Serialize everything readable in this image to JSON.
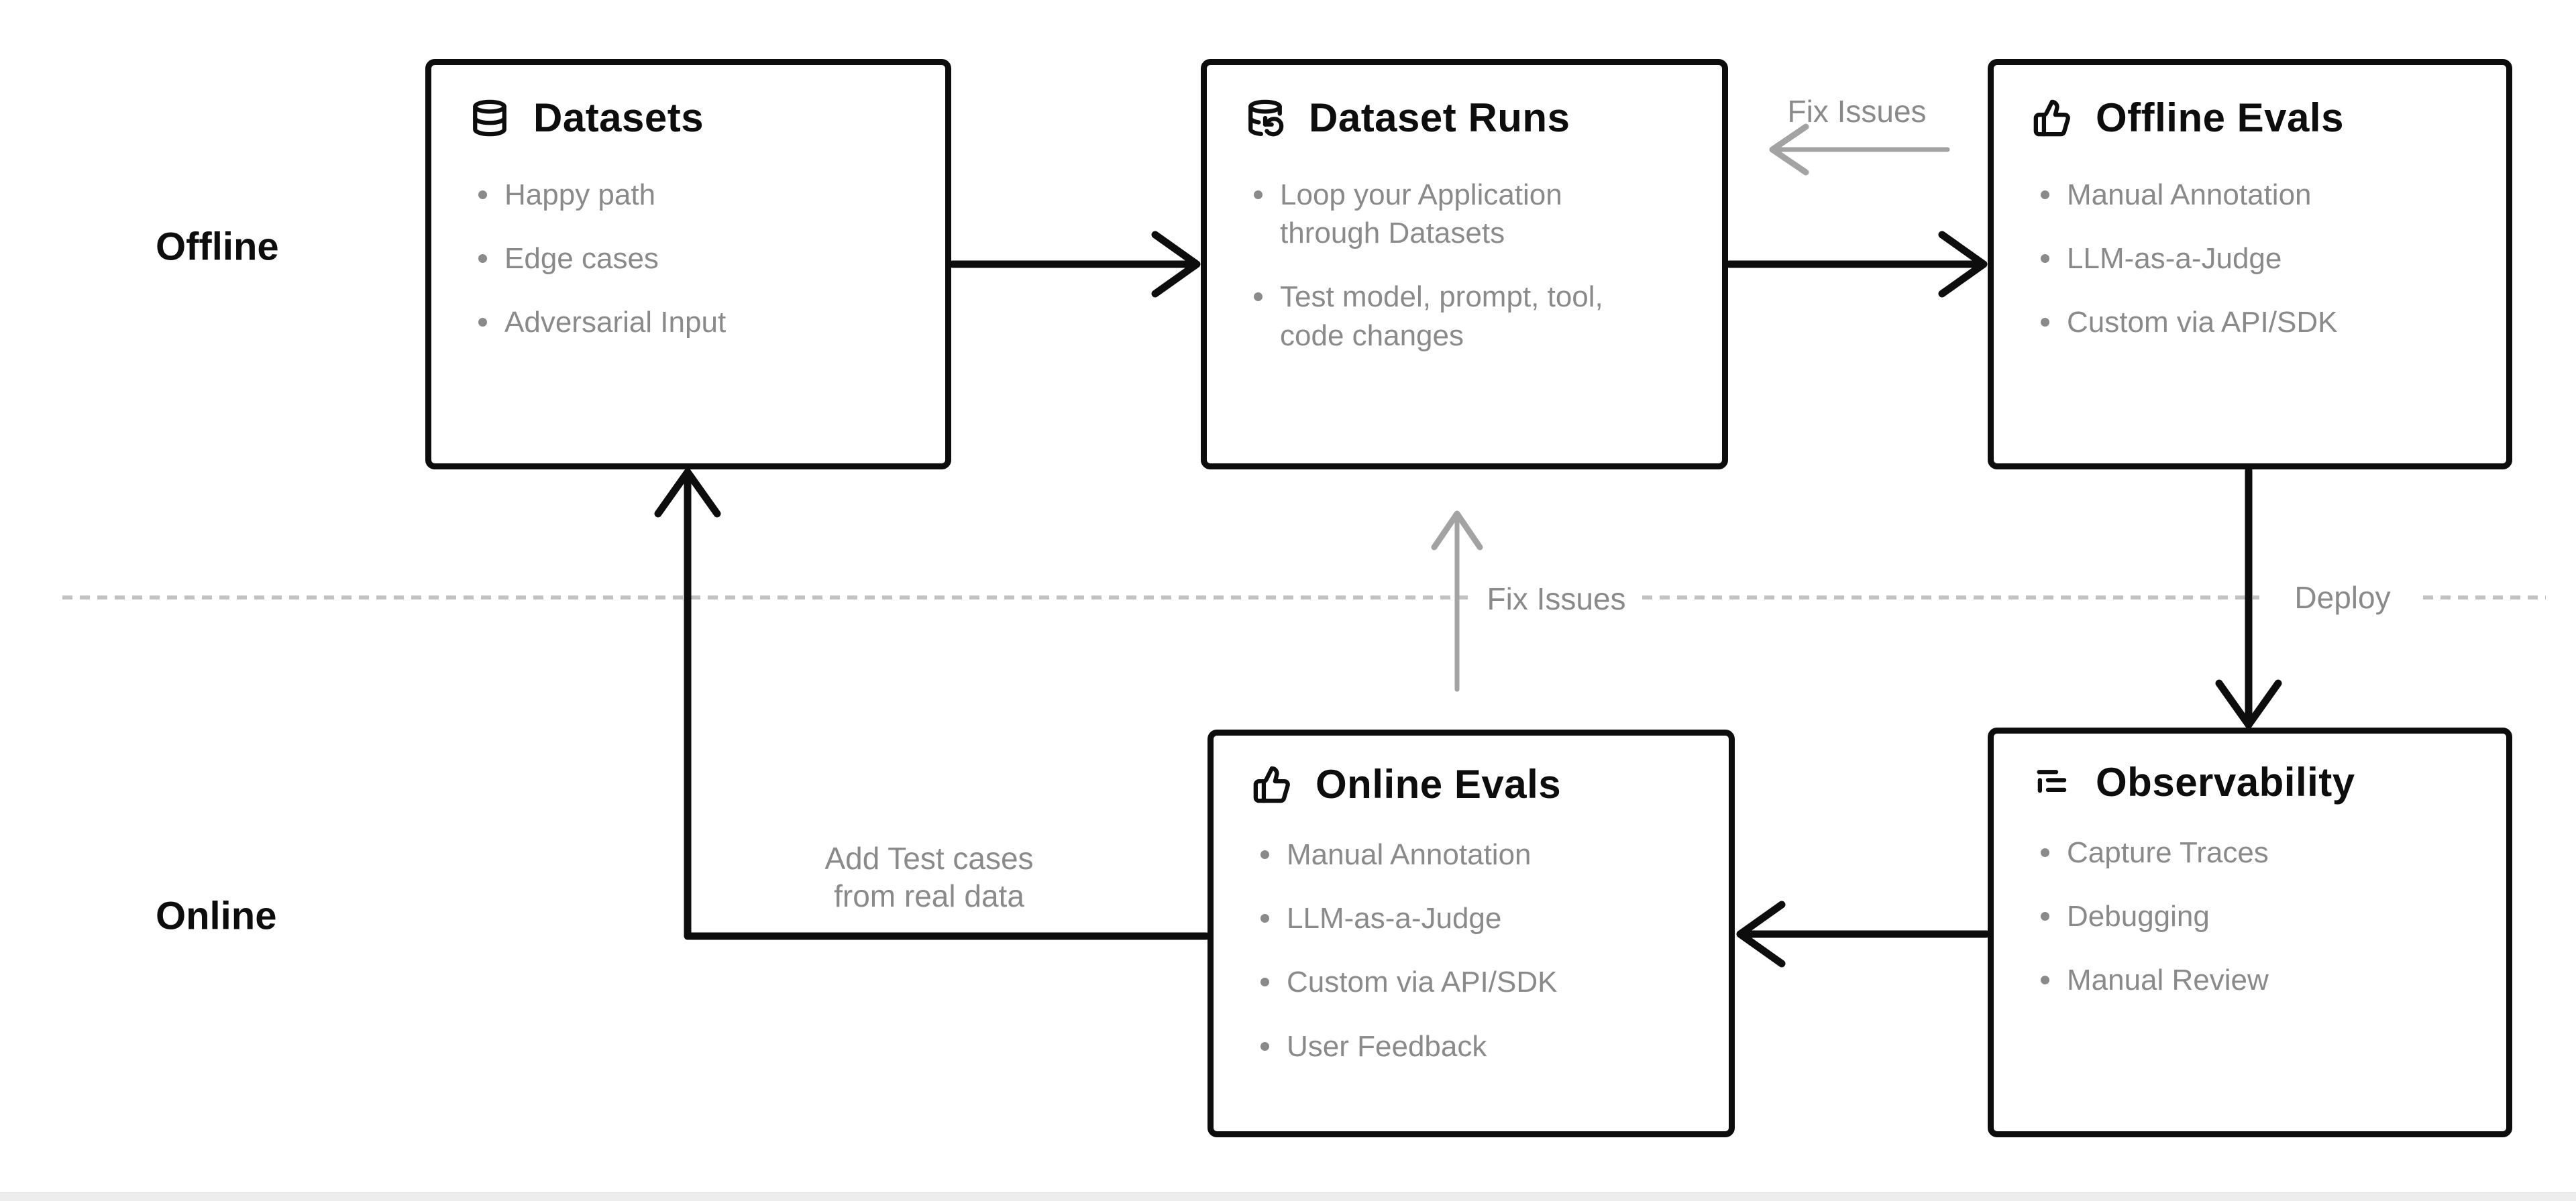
{
  "sections": {
    "offline_label": "Offline",
    "online_label": "Online"
  },
  "divider": {
    "fix_issues_label": "Fix Issues",
    "deploy_label": "Deploy"
  },
  "annotations": {
    "fix_issues_top_label": "Fix Issues",
    "add_test_cases_line1": "Add Test cases",
    "add_test_cases_line2": "from real data"
  },
  "boxes": {
    "datasets": {
      "title": "Datasets",
      "icon": "database-icon",
      "items": [
        "Happy path",
        "Edge cases",
        "Adversarial Input"
      ]
    },
    "dataset_runs": {
      "title": "Dataset Runs",
      "icon": "database-backup-icon",
      "items": [
        "Loop your Application through Datasets",
        "Test model, prompt, tool, code changes"
      ]
    },
    "offline_evals": {
      "title": "Offline Evals",
      "icon": "thumbs-up-icon",
      "items": [
        "Manual Annotation",
        "LLM-as-a-Judge",
        "Custom via API/SDK"
      ]
    },
    "online_evals": {
      "title": "Online Evals",
      "icon": "thumbs-up-icon",
      "items": [
        "Manual Annotation",
        "LLM-as-a-Judge",
        "Custom via API/SDK",
        "User Feedback"
      ]
    },
    "observability": {
      "title": "Observability",
      "icon": "logs-icon",
      "items": [
        "Capture Traces",
        "Debugging",
        "Manual Review"
      ]
    }
  },
  "colors": {
    "background": "#ffffff",
    "box_border": "#0d0d0d",
    "title_text": "#0d0d0d",
    "bullet_text": "#8a8a8a",
    "black_arrow": "#0d0d0d",
    "gray_arrow": "#a3a3a3",
    "dashed_divider": "#c2c2c2"
  }
}
